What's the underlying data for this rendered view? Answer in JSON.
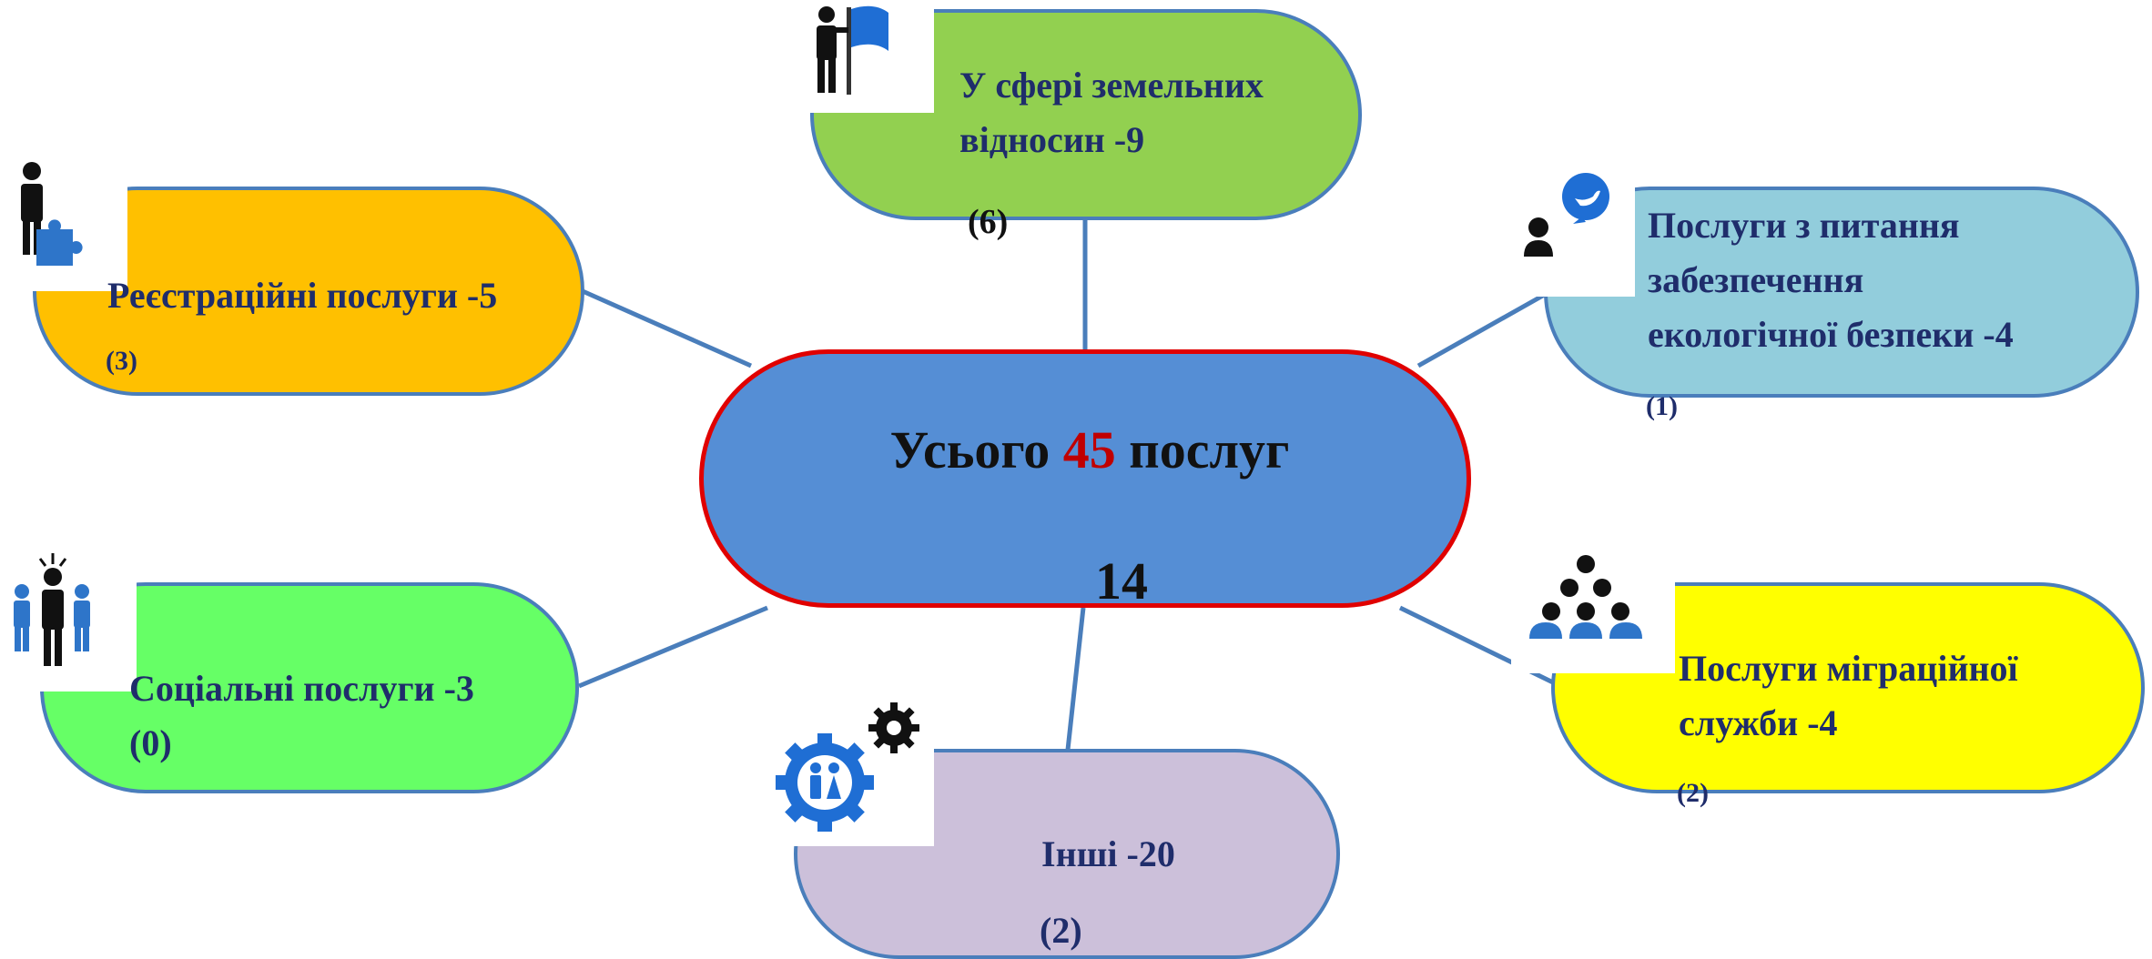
{
  "center": {
    "prefix": "Усього",
    "total": "45",
    "suffix": "послуг",
    "sub": "14",
    "highlight_color": "#c00000"
  },
  "nodes": {
    "land": {
      "title_1": "У сфері земельних",
      "title_2": "відносин -9",
      "sub": "(6)",
      "color": "#92d050",
      "icon": "person-flag-icon"
    },
    "registration": {
      "title": "Реєстраційні послуги -5",
      "sub": "(3)",
      "color": "#ffc000",
      "icon": "person-puzzle-icon"
    },
    "ecology": {
      "title_1": "Послуги з питання",
      "title_2": "забезпечення",
      "title_3": "екологічної безпеки -4",
      "sub": "(1)",
      "color": "#92cddc",
      "icon": "person-bird-icon"
    },
    "social": {
      "title": "Соціальні послуги -3",
      "sub": "(0)",
      "color": "#66ff66",
      "icon": "people-group-icon"
    },
    "migration": {
      "title_1": "Послуги міграційної",
      "title_2": "служби -4",
      "sub": "(2)",
      "color": "#ffff00",
      "icon": "people-pyramid-icon"
    },
    "other": {
      "title": "Інші -20",
      "sub": "(2)",
      "color": "#ccc0da",
      "icon": "gears-people-icon"
    }
  }
}
